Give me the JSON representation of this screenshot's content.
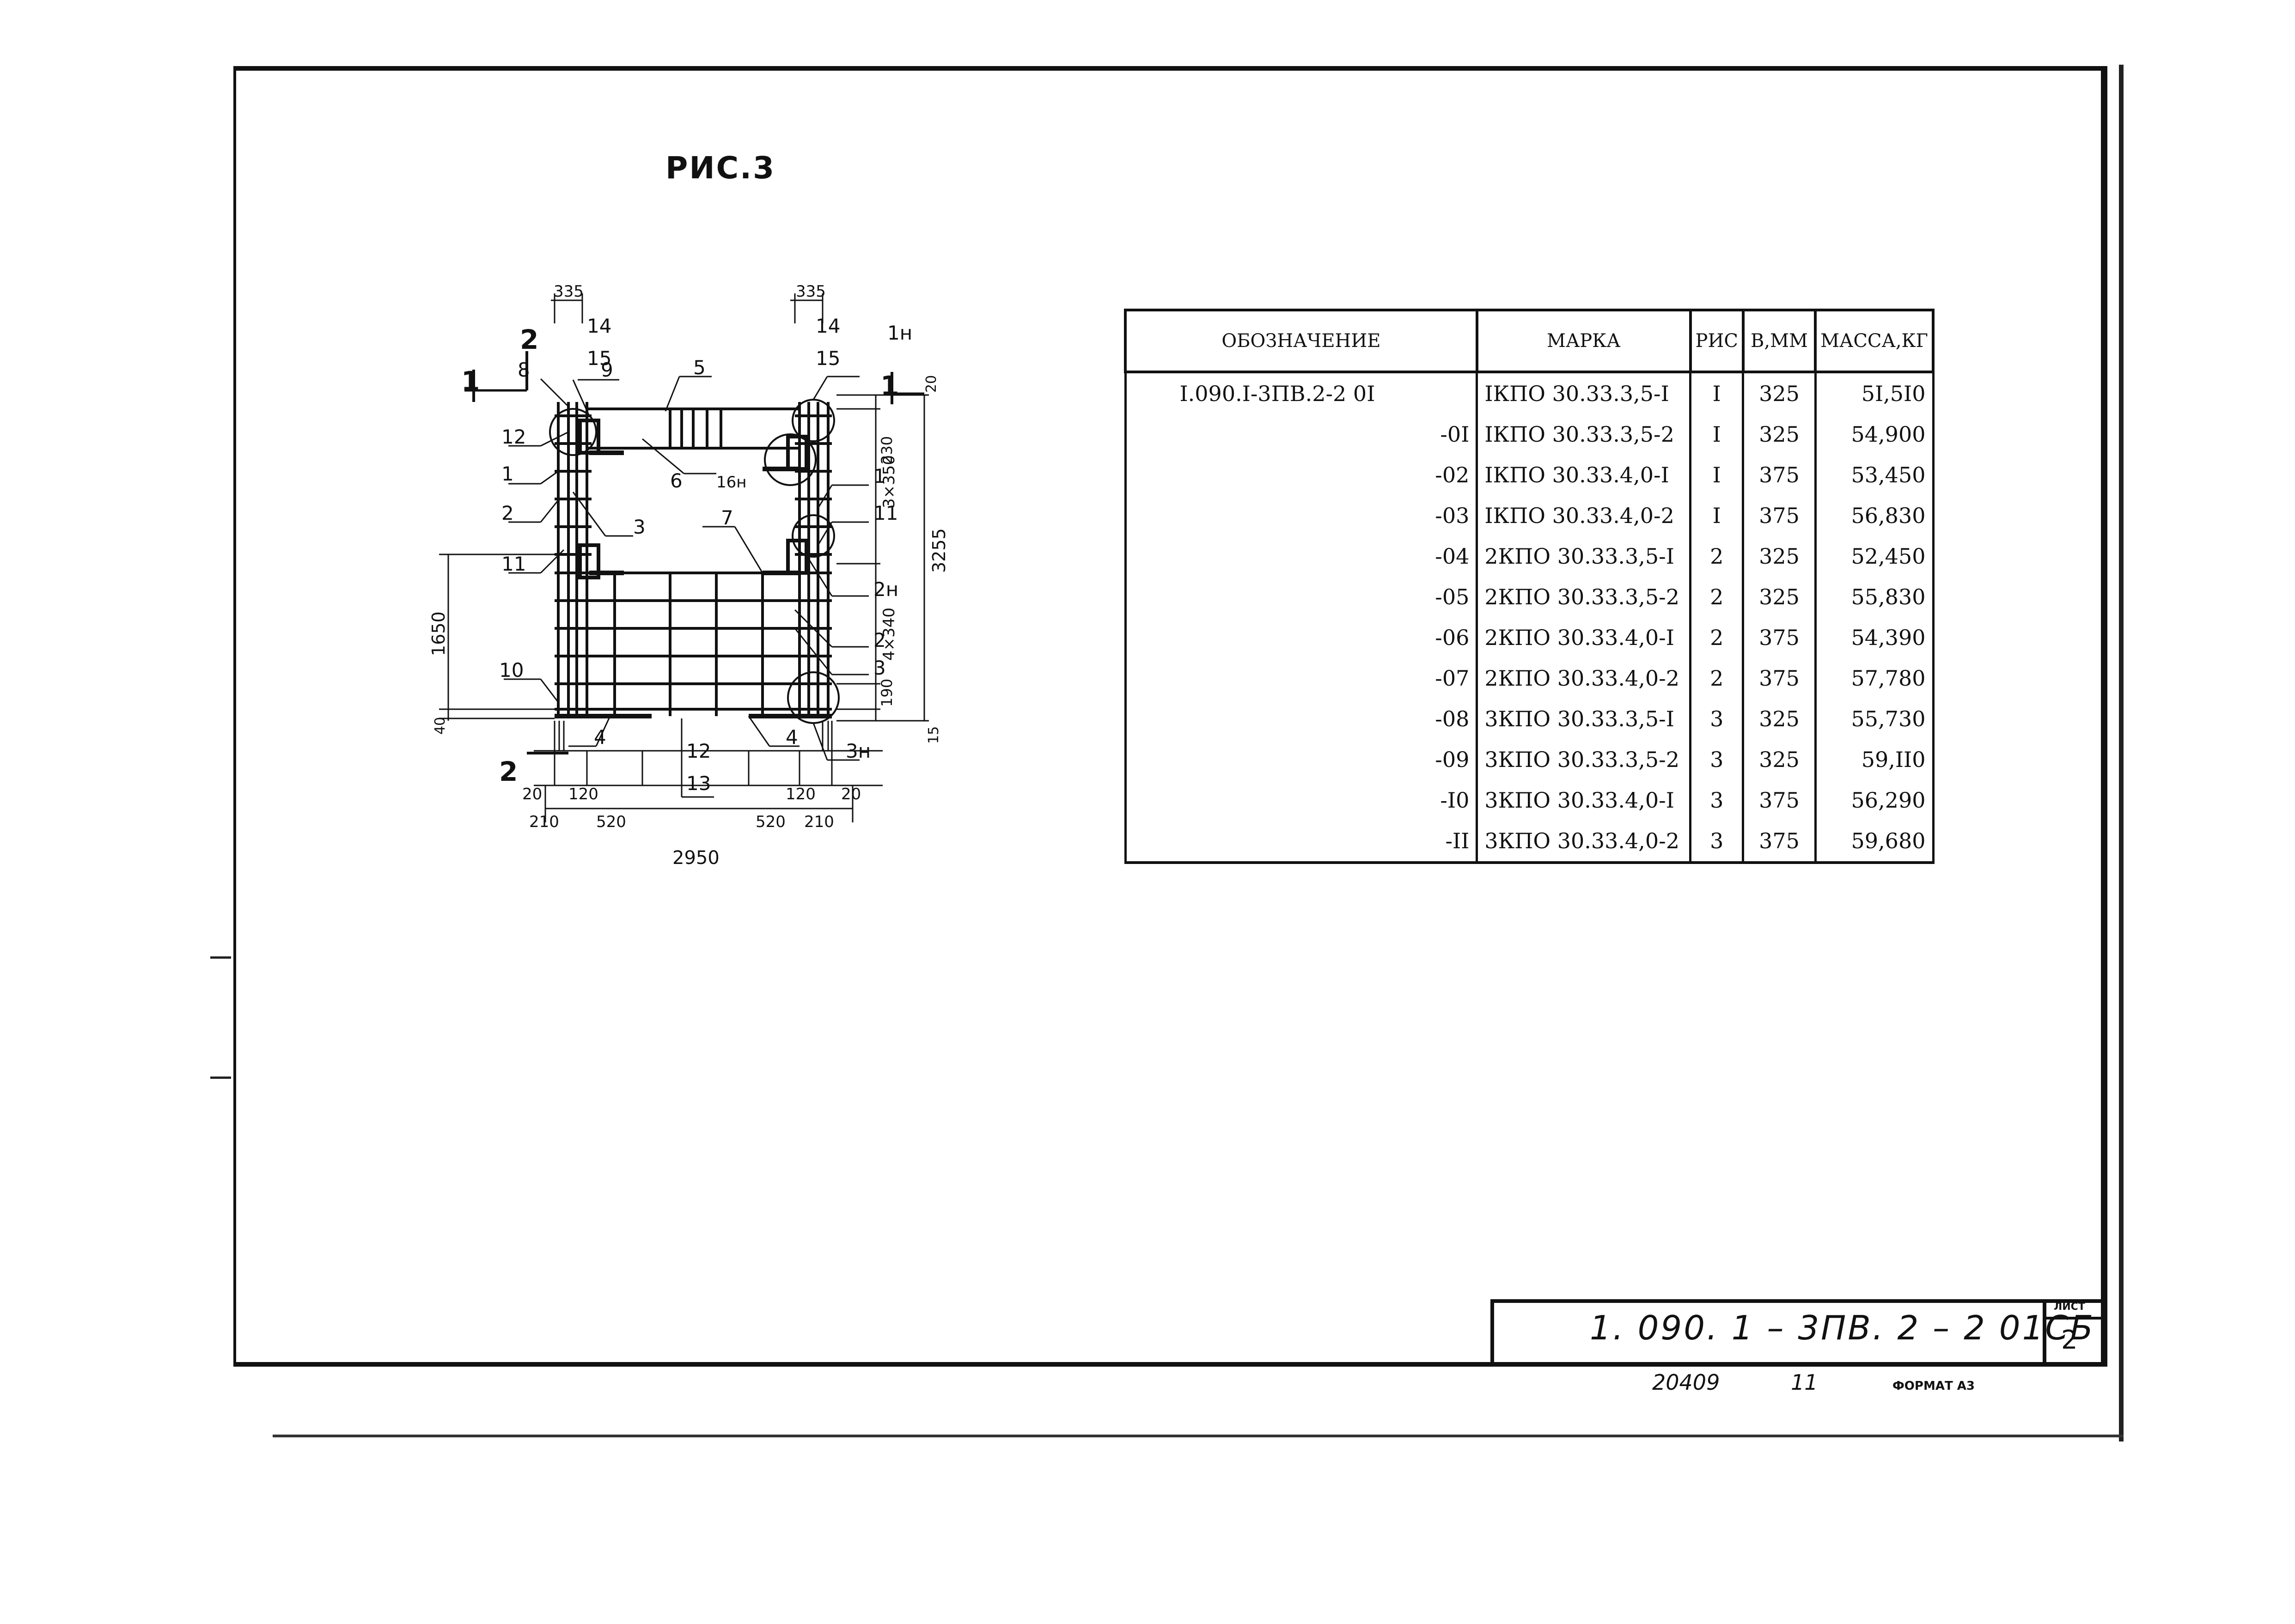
{
  "figure": {
    "title": "РИС.3"
  },
  "drawing": {
    "dimensions": {
      "top_left": "335",
      "top_right": "335",
      "height_total": "3255",
      "height_left": "1650",
      "pitch_upper": "3×350",
      "pitch_lower": "4×340",
      "d230": "230",
      "d20": "20",
      "d190": "190",
      "d15": "15",
      "d40": "40",
      "b20_l": "20",
      "b120_l": "120",
      "b210_l": "210",
      "b520_l": "520",
      "b520_r": "520",
      "b210_r": "210",
      "b120_r": "120",
      "b20_r": "20",
      "width_total": "2950"
    },
    "section_marks": {
      "s1": "1",
      "s2": "2",
      "s1b": "1",
      "s2b": "2"
    },
    "callouts": {
      "c14a": "14",
      "c15a": "15",
      "c8": "8",
      "c9": "9",
      "c5": "5",
      "c14b": "14",
      "c15b": "15",
      "c1n": "1н",
      "c12": "12",
      "c1a": "1",
      "c2a": "2",
      "c11a": "11",
      "c10": "10",
      "c6": "6",
      "c16n": "16н",
      "c3a": "3",
      "c7": "7",
      "c1b": "1",
      "c11b": "11",
      "c2n": "2н",
      "c2b": "2",
      "c3b": "3",
      "c4a": "4",
      "c4b": "4",
      "c3n": "3н",
      "c12b": "12",
      "c13": "13"
    }
  },
  "table": {
    "headers": [
      "ОБОЗНАЧЕНИЕ",
      "МАРКА",
      "РИС",
      "В,ММ",
      "МАССА,КГ"
    ],
    "rows": [
      [
        "I.090.I-3ПВ.2-2 0I",
        "IКПО 30.33.3,5-I",
        "I",
        "325",
        "5I,5I0"
      ],
      [
        "-0I",
        "IКПО 30.33.3,5-2",
        "I",
        "325",
        "54,900"
      ],
      [
        "-02",
        "IКПО 30.33.4,0-I",
        "I",
        "375",
        "53,450"
      ],
      [
        "-03",
        "IКПО 30.33.4,0-2",
        "I",
        "375",
        "56,830"
      ],
      [
        "-04",
        "2КПО 30.33.3,5-I",
        "2",
        "325",
        "52,450"
      ],
      [
        "-05",
        "2КПО 30.33.3,5-2",
        "2",
        "325",
        "55,830"
      ],
      [
        "-06",
        "2КПО 30.33.4,0-I",
        "2",
        "375",
        "54,390"
      ],
      [
        "-07",
        "2КПО 30.33.4,0-2",
        "2",
        "375",
        "57,780"
      ],
      [
        "-08",
        "3КПО 30.33.3,5-I",
        "3",
        "325",
        "55,730"
      ],
      [
        "-09",
        "3КПО 30.33.3,5-2",
        "3",
        "325",
        "59,II0"
      ],
      [
        "-I0",
        "3КПО 30.33.4,0-I",
        "3",
        "375",
        "56,290"
      ],
      [
        "-II",
        "3КПО 30.33.4,0-2",
        "3",
        "375",
        "59,680"
      ]
    ]
  },
  "title_block": {
    "designation": "1. 090. 1 – 3ПВ. 2 – 2   01СБ",
    "sheet_label": "ЛИСТ",
    "sheet_number": "2"
  },
  "footer": {
    "inventory_number": "20409",
    "extra": "11",
    "format": "ФОРМАТ А3"
  }
}
